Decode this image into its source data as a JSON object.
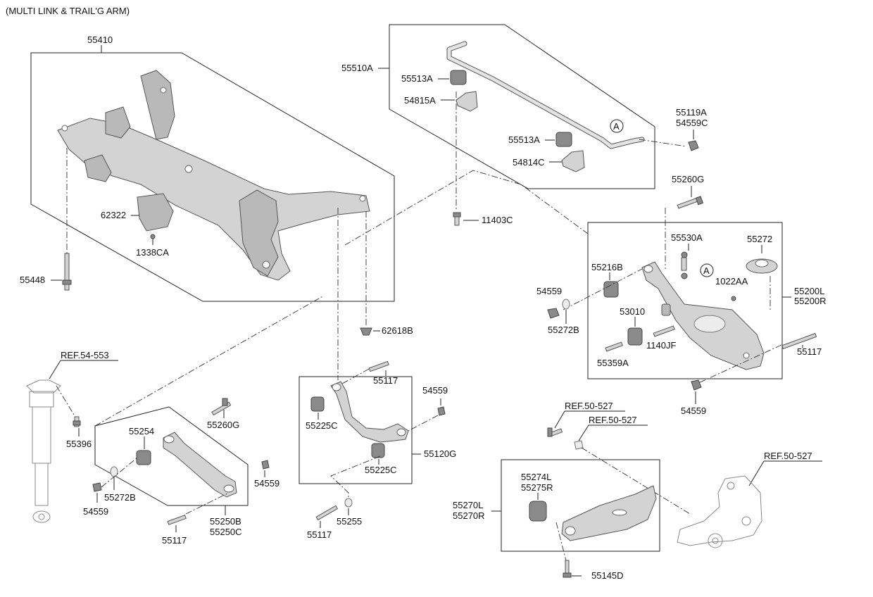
{
  "title": "(MULTI LINK & TRAIL'G ARM)",
  "callouts": {
    "c55410": "55410",
    "c62322": "62322",
    "c1338CA": "1338CA",
    "c55448": "55448",
    "c62618B": "62618B",
    "c55510A": "55510A",
    "c55513A_top": "55513A",
    "c54815A": "54815A",
    "c55513A_bot": "55513A",
    "c54814C": "54814C",
    "c11403C": "11403C",
    "c55119A": "55119A",
    "c54559C": "54559C",
    "c55260G_top": "55260G",
    "c55530A": "55530A",
    "c55272": "55272",
    "c55216B": "55216B",
    "c1022AA": "1022AA",
    "c54559_r": "54559",
    "c55272B_r": "55272B",
    "c53010": "53010",
    "c1140JF": "1140JF",
    "c55359A": "55359A",
    "c55200L": "55200L",
    "c55200R": "55200R",
    "c55117_r": "55117",
    "c54559_rb": "54559",
    "cREF54553": "REF.54-553",
    "c55396": "55396",
    "c55254": "55254",
    "c55260G_mid": "55260G",
    "c55272B_l": "55272B",
    "c54559_l": "54559",
    "c54559_l2": "54559",
    "c55250B": "55250B",
    "c55250C": "55250C",
    "c55117_l": "55117",
    "c55117_m": "55117",
    "c54559_m": "54559",
    "c55225C_a": "55225C",
    "c55225C_b": "55225C",
    "c55120G": "55120G",
    "c55117_mb": "55117",
    "c55255": "55255",
    "cREF50527_a": "REF.50-527",
    "cREF50527_b": "REF.50-527",
    "cREF50527_c": "REF.50-527",
    "c55274L": "55274L",
    "c55275R": "55275R",
    "c55270L": "55270L",
    "c55270R": "55270R",
    "c55145D": "55145D",
    "cA1": "A",
    "cA2": "A"
  }
}
